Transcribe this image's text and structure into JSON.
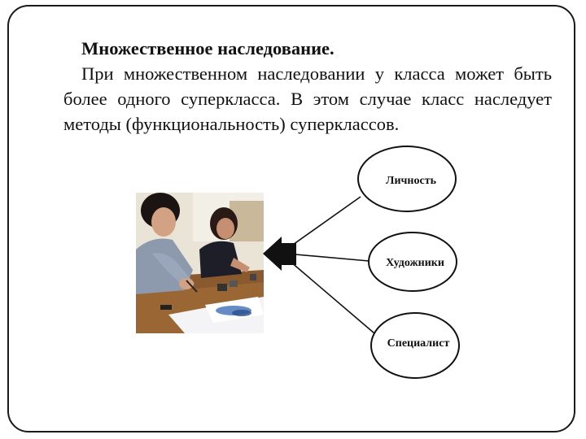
{
  "slide": {
    "heading": "Множественное наследование.",
    "paragraph": "При множественном наследовании у класса может быть более одного суперкласса. В этом случае класс наследует методы (функциональность) суперклассов."
  },
  "diagram": {
    "superclasses": [
      {
        "label": "Личность"
      },
      {
        "label": "Художники"
      },
      {
        "label": "Специалист"
      }
    ]
  },
  "photo": {
    "icon": "students-writing-photo"
  }
}
